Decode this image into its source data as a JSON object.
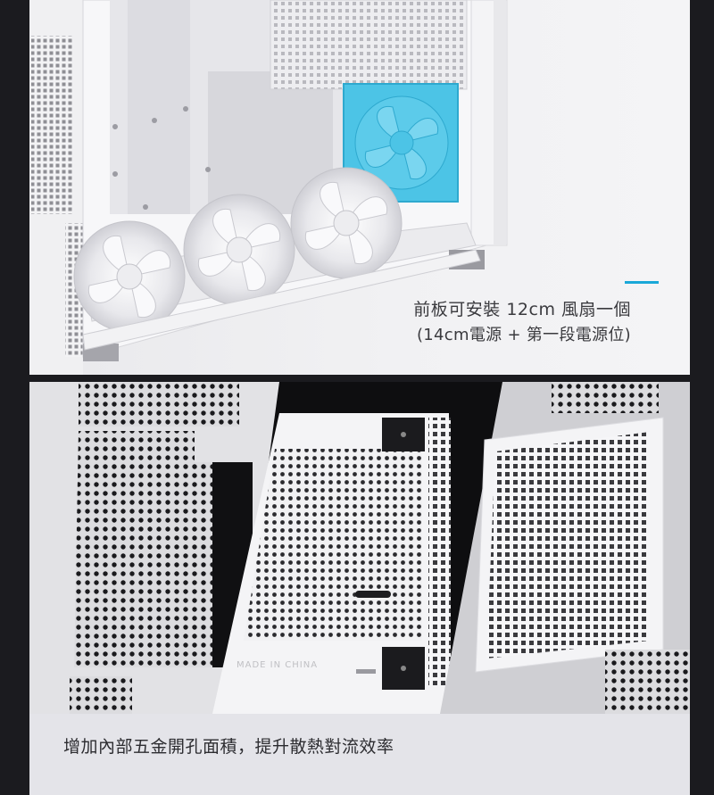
{
  "top_section": {
    "caption_line1": "前板可安裝 12cm 風扇一個",
    "caption_line2": "(14cm電源 + 第一段電源位)",
    "accent_color": "#1aa8d8",
    "fan_highlight_color": "#4cc4e6"
  },
  "bottom_section": {
    "panel_label": "MADE IN CHINA",
    "caption": "增加內部五金開孔面積，提升散熱對流效率"
  }
}
